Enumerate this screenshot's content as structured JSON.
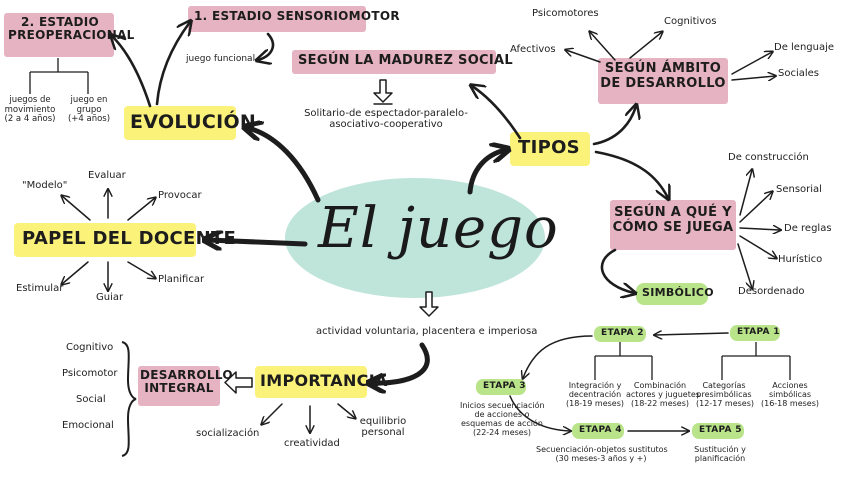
{
  "colors": {
    "yellow": "#fbf27a",
    "pink": "#e5b3c2",
    "mint": "#bfe5da",
    "green": "#b9e48a",
    "ink": "#1d1d1d"
  },
  "center": {
    "title": "El juego"
  },
  "evolucion": {
    "label": "EVOLUCIÓN",
    "stage1": "1. ESTADIO SENSORIOMOTOR",
    "stage1_note": "juego funcional",
    "stage2": [
      "2. ESTADIO",
      "PREOPERACIONAL"
    ],
    "movement": [
      "juegos de",
      "movimiento",
      "(2 a 4 años)"
    ],
    "group": [
      "juego en",
      "grupo",
      "(+4 años)"
    ]
  },
  "madurez": {
    "label": "SEGÚN LA MADUREZ SOCIAL",
    "detail": [
      "Solitario-de espectador-paralelo-",
      "asociativo-cooperativo"
    ]
  },
  "tipos": {
    "label": "TIPOS"
  },
  "ambito": {
    "label": [
      "SEGÚN ÁMBITO",
      "DE DESARROLLO"
    ],
    "items": [
      "Psicomotores",
      "Cognitivos",
      "Afectivos",
      "De lenguaje",
      "Sociales"
    ]
  },
  "como": {
    "label": [
      "SEGÚN A QUÉ Y",
      "CÓMO SE JUEGA"
    ],
    "items": [
      "De construcción",
      "Sensorial",
      "De reglas",
      "Hurístico",
      "Desordenado"
    ]
  },
  "simbolico": {
    "label": "SIMBÓLICO",
    "etapa1": "ETAPA 1",
    "etapa2": "ETAPA 2",
    "etapa3": "ETAPA 3",
    "etapa4": "ETAPA 4",
    "etapa5": "ETAPA 5",
    "e1_a": [
      "Categorías",
      "presimbólicas",
      "(12-17 meses)"
    ],
    "e1_b": [
      "Acciones",
      "simbólicas",
      "(16-18 meses)"
    ],
    "e2_a": [
      "Integración y",
      "decentración",
      "(18-19 meses)"
    ],
    "e2_b": [
      "Combinación",
      "actores y juguetes",
      "(18-22 meses)"
    ],
    "e3": [
      "Inicios secuenciación",
      "de acciones o",
      "esquemas de acción",
      "(22-24 meses)"
    ],
    "e4": [
      "Secuenciación-objetos sustitutos",
      "(30 meses-3 años y +)"
    ],
    "e5": [
      "Sustitución y",
      "planificación"
    ]
  },
  "docente": {
    "label": "PAPEL DEL DOCENTE",
    "items": [
      "\"Modelo\"",
      "Evaluar",
      "Provocar",
      "Estimular",
      "Guiar",
      "Planificar"
    ]
  },
  "importancia": {
    "label": "IMPORTANCIA",
    "definition": "actividad voluntaria, placentera e imperiosa",
    "desarrollo": [
      "DESARROLLO",
      "INTEGRAL"
    ],
    "areas": [
      "Cognitivo",
      "Psicomotor",
      "Social",
      "Emocional"
    ],
    "outcomes": [
      "socialización",
      "creatividad",
      "equilibrio",
      "personal"
    ]
  }
}
